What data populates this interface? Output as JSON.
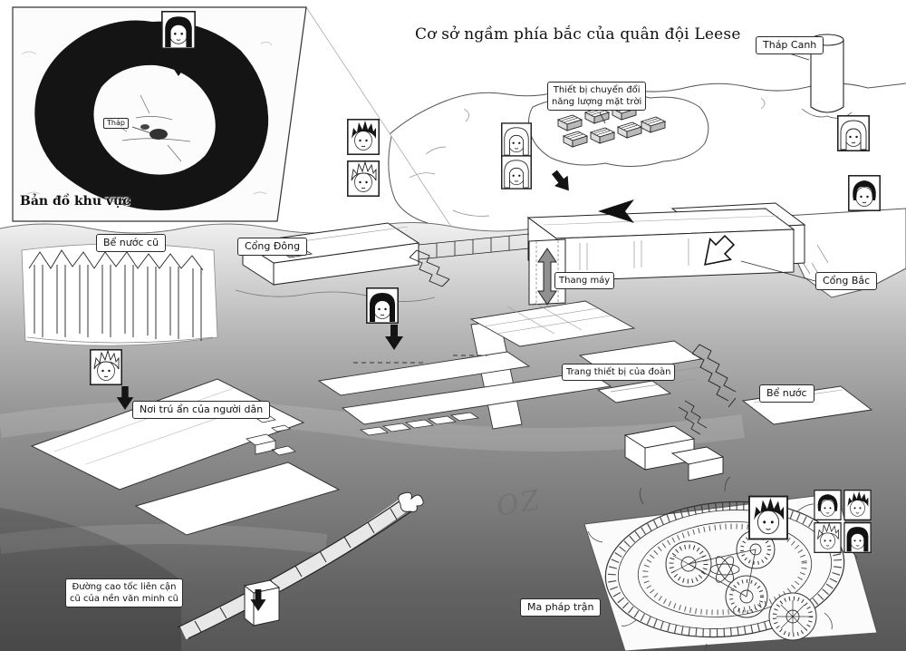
{
  "page": {
    "title": "Cơ sở ngầm phía bắc của quân đội Leese",
    "watermark": "OZ"
  },
  "inset_map": {
    "caption": "Bản đồ khu vực",
    "tower_label": "Tháp"
  },
  "labels": {
    "watch_tower": "Tháp Canh",
    "solar_converter_line1": "Thiết bị chuyển đổi",
    "solar_converter_line2": "năng lượng mặt trời",
    "east_gate": "Cổng Đông",
    "north_gate": "Cổng Bắc",
    "elevator": "Thang máy",
    "old_water_tank": "Bể nước cũ",
    "water_tank": "Bể nước",
    "civilian_shelter": "Nơi trú ẩn của người dân",
    "troop_equipment": "Trang thiết bị của đoàn",
    "old_highway_line1": "Đường cao tốc liên cận",
    "old_highway_line2": "cũ của nền văn minh cũ",
    "magic_circle": "Ma pháp trận"
  },
  "icons": {
    "portraits": [
      "long-dark-hair-portrait (inset map)",
      "spiky-dark-hair-portrait",
      "spiky-light-hair-portrait",
      "twin-girl-portrait-1",
      "twin-girl-portrait-2",
      "long-light-hair-girl-portrait",
      "bob-hair-girl-portrait",
      "long-dark-hair-girl-portrait",
      "spiky-blond-portrait",
      "large-dark-spiky-portrait",
      "small-portrait-1",
      "small-portrait-2",
      "small-portrait-3",
      "small-portrait-4"
    ],
    "arrows": [
      "down-arrow",
      "down-left-arrow",
      "left-chevron-arrow",
      "up-left-outline-arrow",
      "elevator-double-arrow",
      "pier-down-arrow"
    ]
  },
  "colors": {
    "ink": "#1a1a1a",
    "paper": "#ffffff",
    "underground_gray": "#585858"
  }
}
